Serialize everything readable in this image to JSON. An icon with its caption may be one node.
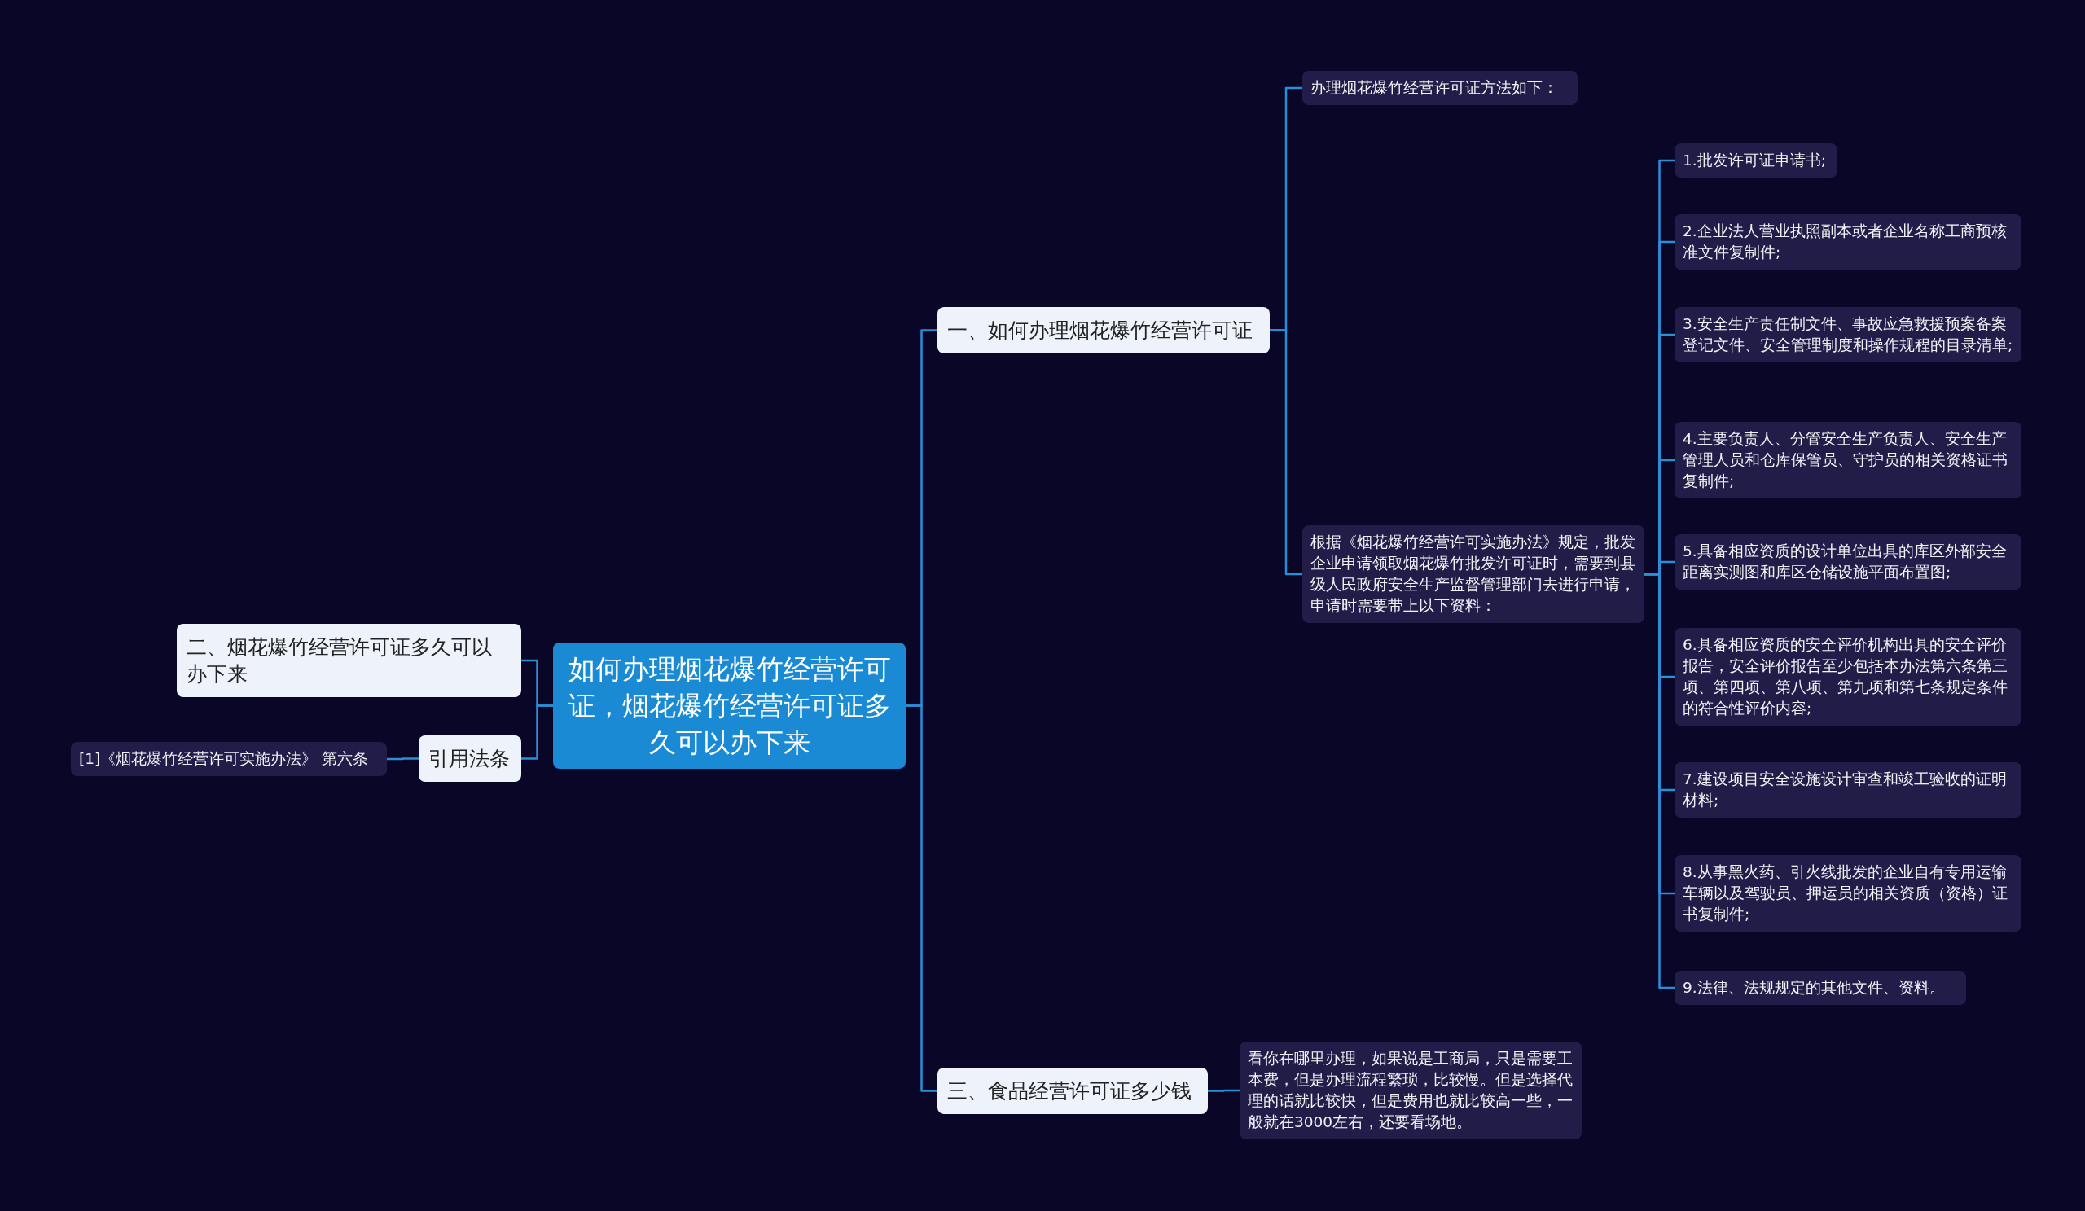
{
  "diagram": {
    "nodes": [
      {
        "text": [
          "如何办理烟花爆竹经营许可证，烟花爆竹经营许可证多久可以办下来"
        ]
      },
      {
        "text": [
          "一、如何办理烟花爆竹经营许可证"
        ]
      },
      {
        "text": [
          "办理烟花爆竹经营许可证方法如下："
        ]
      },
      {
        "text": [
          "根据《烟花爆竹经营许可实施办法》规定，批发企业申请领取烟花爆竹批发许可证时，需要到县级人民政府安全生产监督管理部门去进行申请，申请时需要带上以下资料："
        ]
      },
      {
        "text": [
          "1.批发许可证申请书;"
        ]
      },
      {
        "text": [
          "2.企业法人营业执照副本或者企业名称工商预核准文件复制件;"
        ]
      },
      {
        "text": [
          "3.安全生产责任制文件、事故应急救援预案备案登记文件、安全管理制度和操作规程的目录清单;"
        ]
      },
      {
        "text": [
          "4.主要负责人、分管安全生产负责人、安全生产管理人员和仓库保管员、守护员的相关资格证书复制件;"
        ]
      },
      {
        "text": [
          "5.具备相应资质的设计单位出具的库区外部安全距离实测图和库区仓储设施平面布置图;"
        ]
      },
      {
        "text": [
          "6.具备相应资质的安全评价机构出具的安全评价报告，安全评价报告至少包括本办法第六条第三项、第四项、第八项、第九项和第七条规定条件的符合性评价内容;"
        ]
      },
      {
        "text": [
          "7.建设项目安全设施设计审查和竣工验收的证明材料;"
        ]
      },
      {
        "text": [
          "8.从事黑火药、引火线批发的企业自有专用运输车辆以及驾驶员、押运员的相关资质（资格）证书复制件;"
        ]
      },
      {
        "text": [
          "9.法律、法规规定的其他文件、资料。"
        ]
      },
      {
        "text": [
          "三、食品经营许可证多少钱"
        ]
      },
      {
        "text": [
          "看你在哪里办理，如果说是工商局，只是需要工本费，但是办理流程繁琐，比较慢。但是选择代理的话就比较快，但是费用也就比较高一些，一般就在3000左右，还要看场地。"
        ]
      },
      {
        "text": [
          "二、烟花爆竹经营许可证多久可以办下来"
        ]
      },
      {
        "text": [
          "引用法条"
        ]
      },
      {
        "text": [
          "[1]《烟花爆竹经营许可实施办法》 第六条"
        ]
      }
    ],
    "edges": [
      {
        "from": 0,
        "to": 1,
        "arrow": "none"
      },
      {
        "from": 1,
        "to": 2,
        "arrow": "none"
      },
      {
        "from": 1,
        "to": 3,
        "arrow": "none"
      },
      {
        "from": 3,
        "to": 4,
        "arrow": "none"
      },
      {
        "from": 3,
        "to": 5,
        "arrow": "none"
      },
      {
        "from": 3,
        "to": 6,
        "arrow": "none"
      },
      {
        "from": 3,
        "to": 7,
        "arrow": "none"
      },
      {
        "from": 3,
        "to": 8,
        "arrow": "none"
      },
      {
        "from": 3,
        "to": 9,
        "arrow": "none"
      },
      {
        "from": 3,
        "to": 10,
        "arrow": "none"
      },
      {
        "from": 3,
        "to": 11,
        "arrow": "none"
      },
      {
        "from": 3,
        "to": 12,
        "arrow": "none"
      },
      {
        "from": 0,
        "to": 13,
        "arrow": "none"
      },
      {
        "from": 13,
        "to": 14,
        "arrow": "none"
      },
      {
        "from": 0,
        "to": 15,
        "arrow": "none"
      },
      {
        "from": 0,
        "to": 16,
        "arrow": "none"
      },
      {
        "from": 16,
        "to": 17,
        "arrow": "none"
      }
    ]
  }
}
